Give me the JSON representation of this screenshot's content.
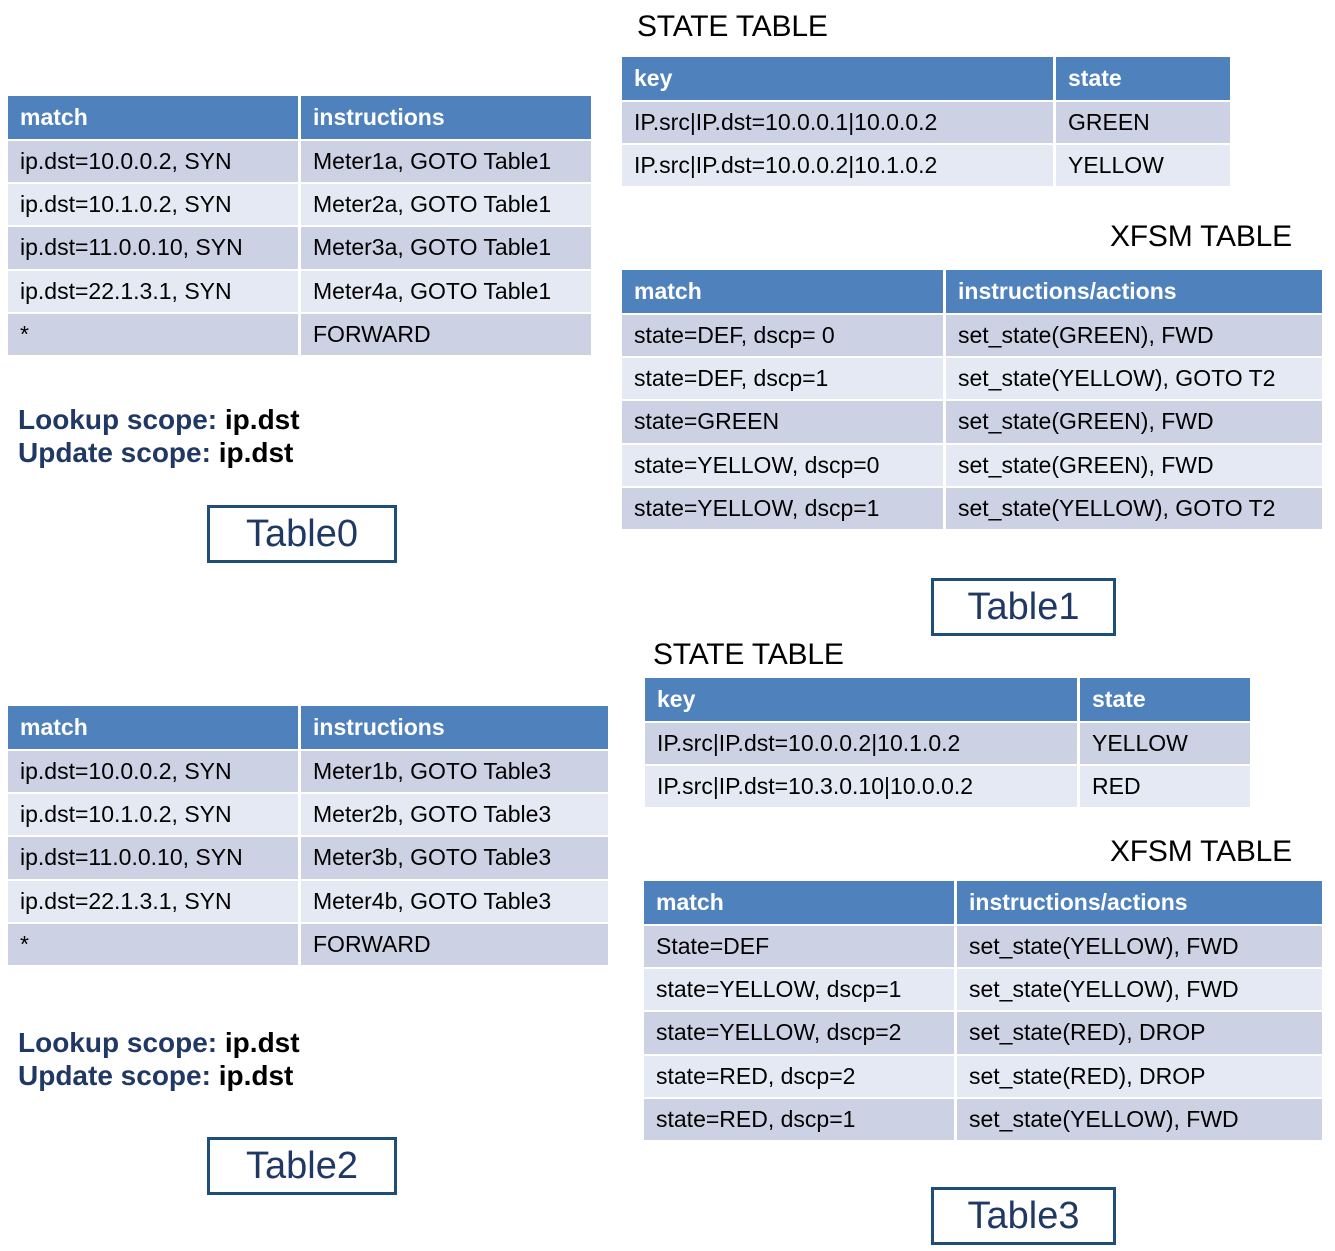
{
  "headings": {
    "state_table": "STATE TABLE",
    "xfsm_table": "XFSM TABLE"
  },
  "colors": {
    "header_blue": "#4f81bd",
    "row_dark": "#ccd1e4",
    "row_light": "#e5e9f3",
    "label_navy": "#1f3864",
    "box_border": "#1f4e79"
  },
  "table0": {
    "name": "Table0",
    "columns": [
      "match",
      "instructions"
    ],
    "rows": [
      [
        "ip.dst=10.0.0.2, SYN",
        "Meter1a, GOTO Table1"
      ],
      [
        "ip.dst=10.1.0.2, SYN",
        "Meter2a, GOTO Table1"
      ],
      [
        "ip.dst=11.0.0.10, SYN",
        "Meter3a, GOTO Table1"
      ],
      [
        "ip.dst=22.1.3.1, SYN",
        "Meter4a, GOTO Table1"
      ],
      [
        "*",
        "FORWARD"
      ]
    ],
    "lookup_label": "Lookup scope:",
    "lookup_value": "ip.dst",
    "update_label": "Update scope:",
    "update_value": "ip.dst"
  },
  "table1": {
    "name": "Table1",
    "state_table": {
      "columns": [
        "key",
        "state"
      ],
      "rows": [
        [
          "IP.src|IP.dst=10.0.0.1|10.0.0.2",
          "GREEN"
        ],
        [
          "IP.src|IP.dst=10.0.0.2|10.1.0.2",
          "YELLOW"
        ]
      ]
    },
    "xfsm_table": {
      "columns": [
        "match",
        "instructions/actions"
      ],
      "rows": [
        [
          "state=DEF, dscp= 0",
          "set_state(GREEN), FWD"
        ],
        [
          "state=DEF, dscp=1",
          "set_state(YELLOW), GOTO T2"
        ],
        [
          "state=GREEN",
          "set_state(GREEN), FWD"
        ],
        [
          "state=YELLOW,  dscp=0",
          "set_state(GREEN), FWD"
        ],
        [
          "state=YELLOW, dscp=1",
          "set_state(YELLOW), GOTO T2"
        ]
      ]
    }
  },
  "table2": {
    "name": "Table2",
    "columns": [
      "match",
      "instructions"
    ],
    "rows": [
      [
        "ip.dst=10.0.0.2, SYN",
        "Meter1b, GOTO Table3"
      ],
      [
        "ip.dst=10.1.0.2, SYN",
        "Meter2b, GOTO Table3"
      ],
      [
        "ip.dst=11.0.0.10, SYN",
        "Meter3b, GOTO Table3"
      ],
      [
        "ip.dst=22.1.3.1, SYN",
        "Meter4b, GOTO Table3"
      ],
      [
        "*",
        "FORWARD"
      ]
    ],
    "lookup_label": "Lookup scope:",
    "lookup_value": "ip.dst",
    "update_label": "Update scope:",
    "update_value": "ip.dst"
  },
  "table3": {
    "name": "Table3",
    "state_table": {
      "columns": [
        "key",
        "state"
      ],
      "rows": [
        [
          "IP.src|IP.dst=10.0.0.2|10.1.0.2",
          "YELLOW"
        ],
        [
          "IP.src|IP.dst=10.3.0.10|10.0.0.2",
          "RED"
        ]
      ]
    },
    "xfsm_table": {
      "columns": [
        "match",
        "instructions/actions"
      ],
      "rows": [
        [
          "State=DEF",
          "set_state(YELLOW), FWD"
        ],
        [
          "state=YELLOW, dscp=1",
          "set_state(YELLOW), FWD"
        ],
        [
          "state=YELLOW, dscp=2",
          "set_state(RED), DROP"
        ],
        [
          "state=RED, dscp=2",
          "set_state(RED), DROP"
        ],
        [
          "state=RED, dscp=1",
          "set_state(YELLOW), FWD"
        ]
      ]
    }
  }
}
